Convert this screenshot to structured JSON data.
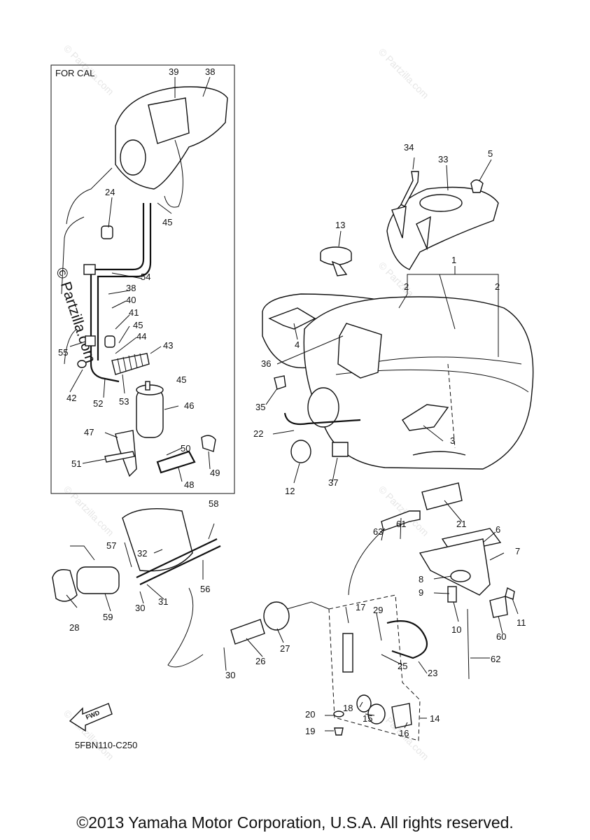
{
  "inset": {
    "title": "FOR CAL"
  },
  "diagram_code": "5FBN110-C250",
  "fwd_label": "FWD",
  "watermark": {
    "side": "© Partzilla.com"
  },
  "copyright": "©2013 Yamaha Motor Corporation, U.S.A. All rights reserved.",
  "callouts": [
    "39",
    "38",
    "24",
    "45",
    "54",
    "38",
    "40",
    "41",
    "45",
    "44",
    "43",
    "55",
    "45",
    "42",
    "52",
    "53",
    "46",
    "47",
    "50",
    "51",
    "49",
    "48",
    "34",
    "33",
    "5",
    "13",
    "1",
    "2",
    "2",
    "4",
    "36",
    "35",
    "22",
    "12",
    "37",
    "3",
    "21",
    "58",
    "57",
    "32",
    "56",
    "28",
    "59",
    "30",
    "31",
    "63",
    "61",
    "6",
    "7",
    "8",
    "9",
    "11",
    "10",
    "60",
    "62",
    "17",
    "29",
    "27",
    "26",
    "25",
    "23",
    "30",
    "18",
    "15",
    "16",
    "14",
    "20",
    "19"
  ]
}
